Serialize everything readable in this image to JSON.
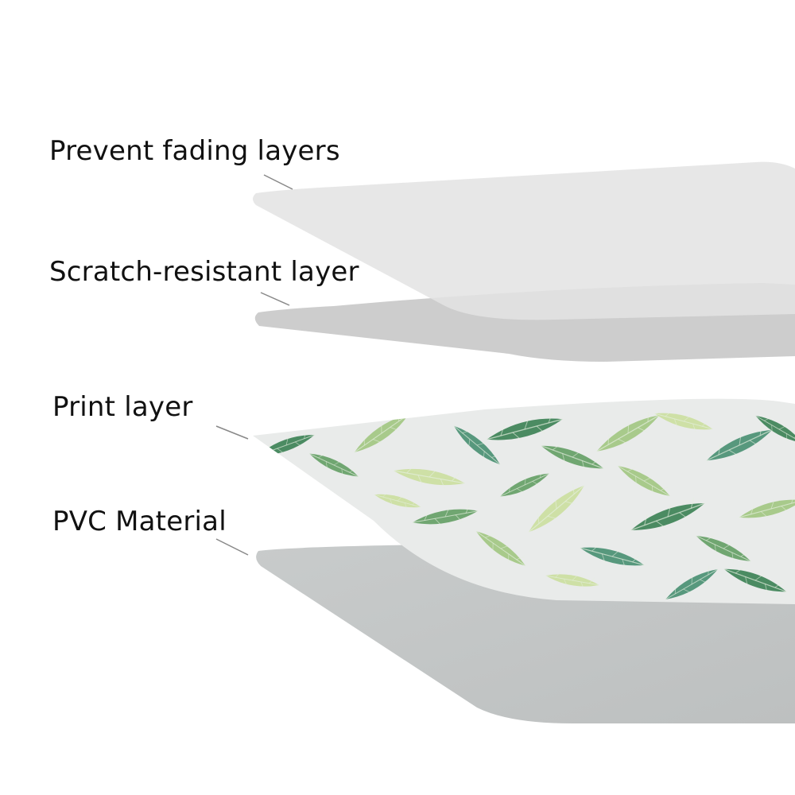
{
  "layers": [
    {
      "label": "Prevent fading layers",
      "color": "#e3e3e3"
    },
    {
      "label": "Scratch-resistant layer",
      "color": "#c9c9c9"
    },
    {
      "label": "Print layer",
      "color": "#e9ebea"
    },
    {
      "label": "PVC Material",
      "color": "#c1c4c4"
    }
  ],
  "leader_color": "#888888",
  "print_pattern": {
    "motif": "tropical-leaves",
    "colors": [
      "#2f7a4a",
      "#5a9a5c",
      "#9cc47a",
      "#c9de9a",
      "#3d8a6a"
    ]
  }
}
